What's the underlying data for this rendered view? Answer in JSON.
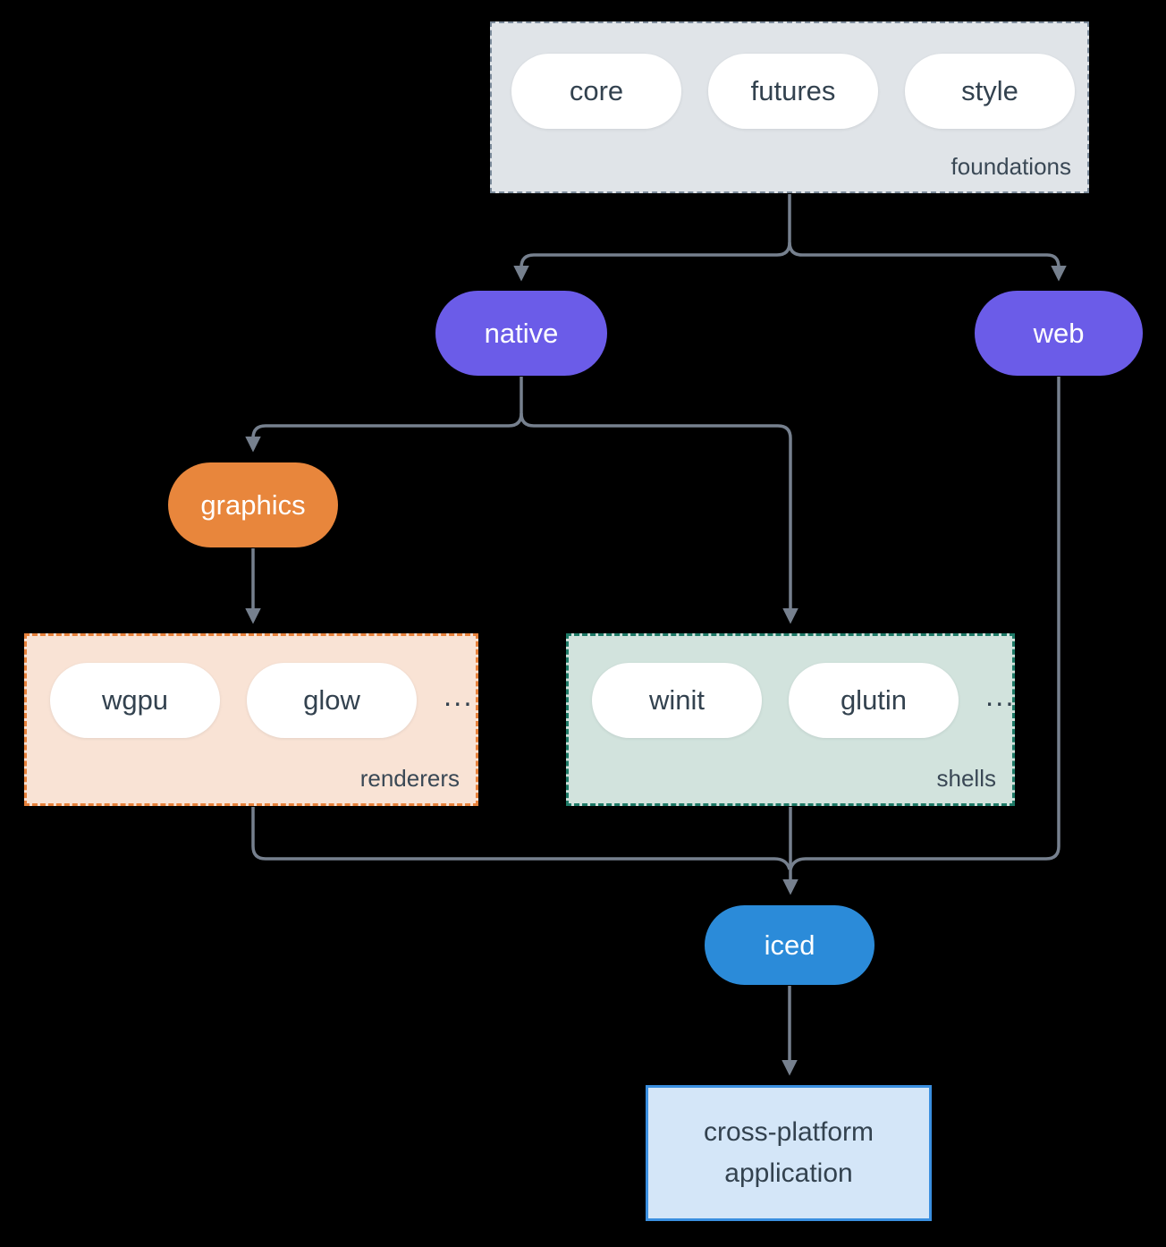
{
  "colors": {
    "background": "#000000",
    "arrow": "#76808E",
    "foundations_fill": "#E0E4E8",
    "foundations_border": "#7D8C9C",
    "renderers_fill": "#F9E3D5",
    "renderers_border": "#E8823C",
    "shells_fill": "#D2E3DD",
    "shells_border": "#1E7A67",
    "native_fill": "#6B5CE8",
    "web_fill": "#6B5CE8",
    "graphics_fill": "#E8863C",
    "iced_fill": "#2B8BD9",
    "app_fill": "#D4E6F8",
    "app_border": "#3A8FE0",
    "pill_fill": "#FFFFFF",
    "dark_text": "#33424F",
    "label_text": "#3A4855",
    "light_text": "#FFFFFF"
  },
  "foundations": {
    "label": "foundations",
    "pills": [
      "core",
      "futures",
      "style"
    ]
  },
  "nodes": {
    "native": "native",
    "web": "web",
    "graphics": "graphics",
    "iced": "iced"
  },
  "renderers": {
    "label": "renderers",
    "pills": [
      "wgpu",
      "glow"
    ],
    "ellipsis": "..."
  },
  "shells": {
    "label": "shells",
    "pills": [
      "winit",
      "glutin"
    ],
    "ellipsis": "..."
  },
  "app": {
    "label": "cross-platform application"
  }
}
